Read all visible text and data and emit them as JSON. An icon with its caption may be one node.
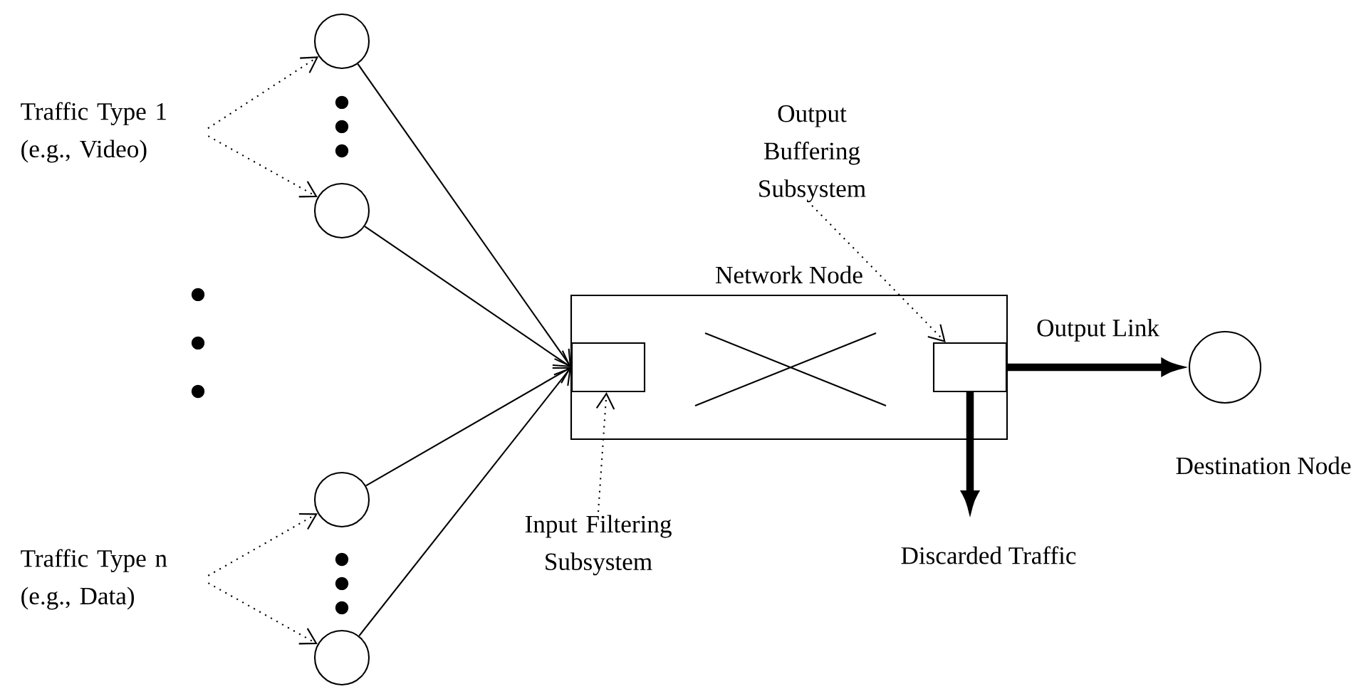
{
  "diagram": {
    "nodes": [
      {
        "text": [
          "Traffic Type 1 (e.g., Video)"
        ]
      },
      {
        "text": [],
        "shape": "circle"
      },
      {
        "text": [],
        "shape": "circle"
      },
      {
        "text": [
          "Traffic Type n (e.g., Data)"
        ]
      },
      {
        "text": [],
        "shape": "circle"
      },
      {
        "text": [],
        "shape": "circle"
      },
      {
        "text": [
          "Network Node"
        ]
      },
      {
        "text": [],
        "shape": "box",
        "in": 6
      },
      {
        "text": [],
        "shape": "box",
        "in": 6
      },
      {
        "text": [],
        "shape": "circle",
        "beside": [
          "Destination Node"
        ]
      },
      {
        "text": [
          "Input Filtering Subsystem"
        ]
      },
      {
        "text": [
          "Output Buffering Subsystem"
        ]
      },
      {
        "text": [
          "Discarded Traffic"
        ]
      }
    ],
    "edges": [
      {
        "from": 0,
        "to": 1,
        "arrow": "to",
        "style": "dashed"
      },
      {
        "from": 0,
        "to": 2,
        "arrow": "to",
        "style": "dashed"
      },
      {
        "from": 3,
        "to": 4,
        "arrow": "to",
        "style": "dashed"
      },
      {
        "from": 3,
        "to": 5,
        "arrow": "to",
        "style": "dashed"
      },
      {
        "from": 1,
        "to": 7,
        "arrow": "to"
      },
      {
        "from": 2,
        "to": 7,
        "arrow": "to"
      },
      {
        "from": 4,
        "to": 7,
        "arrow": "to"
      },
      {
        "from": 5,
        "to": 7,
        "arrow": "to"
      },
      {
        "from": 10,
        "to": 7,
        "arrow": "to",
        "style": "dashed"
      },
      {
        "from": 11,
        "to": 8,
        "arrow": "to",
        "style": "dashed"
      },
      {
        "from": 8,
        "to": 9,
        "arrow": "to",
        "style": "thick",
        "label": "Output Link"
      },
      {
        "from": 8,
        "to": 12,
        "arrow": "to",
        "style": "thick"
      }
    ]
  }
}
